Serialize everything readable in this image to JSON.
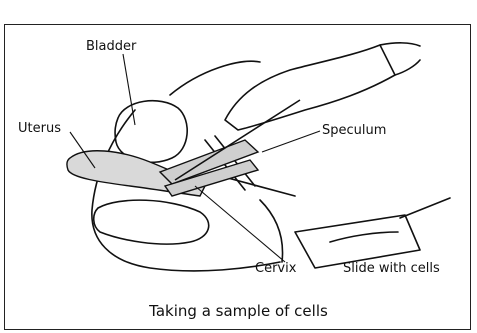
{
  "labels": {
    "bladder": "Bladder",
    "uterus": "Uterus",
    "speculum": "Speculum",
    "cervix": "Cervix",
    "slide": "Slide with cells"
  },
  "caption": "Taking a sample of cells",
  "colors": {
    "line": "#111111",
    "uterus_fill": "#d9d9d9",
    "speculum_fill": "#cfcfcf",
    "frame": "#222222"
  }
}
